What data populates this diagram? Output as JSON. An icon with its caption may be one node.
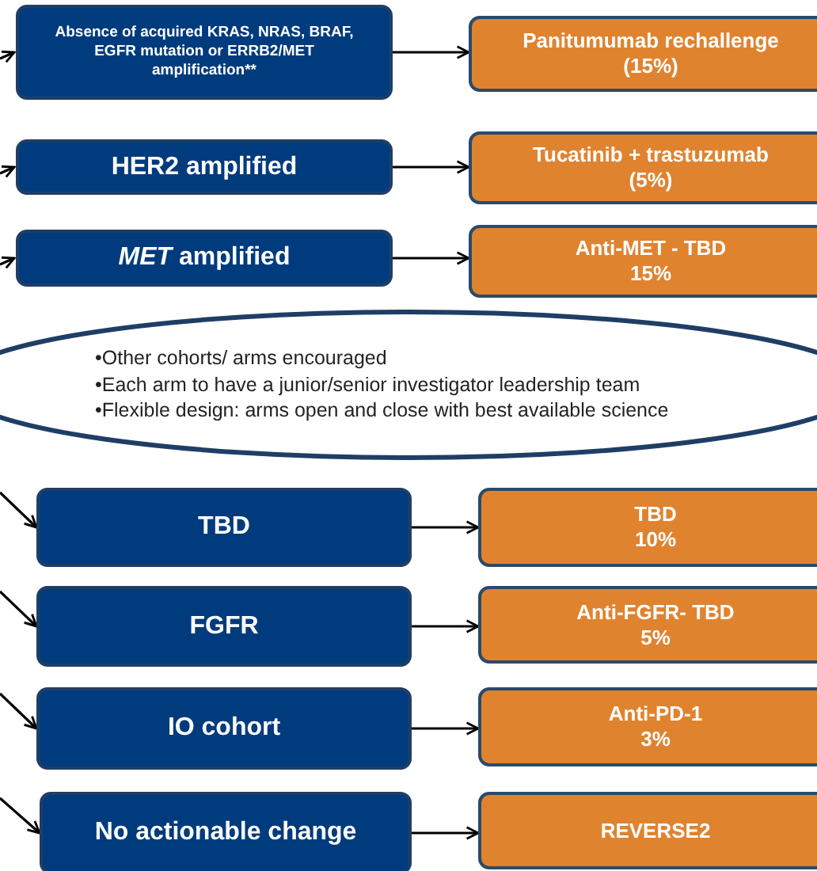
{
  "diagram": {
    "nodes": [
      {
        "text": [
          "Absence of acquired KRAS, NRAS, BRAF, EGFR  mutation or ERRB2/MET amplification**"
        ]
      },
      {
        "text": [
          "Panitumumab rechallenge",
          "(15%)"
        ]
      },
      {
        "text": [
          "HER2 amplified"
        ]
      },
      {
        "text": [
          "Tucatinib + trastuzumab",
          "(5%)"
        ]
      },
      {
        "text": [
          "*MET* amplified"
        ]
      },
      {
        "text": [
          "Anti-MET - TBD",
          "15%"
        ]
      },
      {
        "text": [
          "•Other cohorts/ arms encouraged",
          "•Each arm to have a junior/senior investigator leadership team",
          "•Flexible design: arms open and close with best available science"
        ]
      },
      {
        "text": [
          "TBD"
        ]
      },
      {
        "text": [
          "TBD",
          "10%"
        ]
      },
      {
        "text": [
          "FGFR"
        ]
      },
      {
        "text": [
          "Anti-FGFR- TBD",
          "5%"
        ]
      },
      {
        "text": [
          "IO cohort"
        ]
      },
      {
        "text": [
          "Anti-PD-1",
          "3%"
        ]
      },
      {
        "text": [
          "No actionable change"
        ]
      },
      {
        "text": [
          "REVERSE2"
        ]
      }
    ],
    "edges": [
      {
        "from": null,
        "to": 0,
        "arrow": "to"
      },
      {
        "from": 0,
        "to": 1,
        "arrow": "to"
      },
      {
        "from": null,
        "to": 2,
        "arrow": "to"
      },
      {
        "from": 2,
        "to": 3,
        "arrow": "to"
      },
      {
        "from": null,
        "to": 4,
        "arrow": "to"
      },
      {
        "from": 4,
        "to": 5,
        "arrow": "to"
      },
      {
        "from": null,
        "to": 7,
        "arrow": "to"
      },
      {
        "from": 7,
        "to": 8,
        "arrow": "to"
      },
      {
        "from": null,
        "to": 9,
        "arrow": "to"
      },
      {
        "from": 9,
        "to": 10,
        "arrow": "to"
      },
      {
        "from": null,
        "to": 11,
        "arrow": "to"
      },
      {
        "from": 11,
        "to": 12,
        "arrow": "to"
      },
      {
        "from": null,
        "to": 13,
        "arrow": "to"
      },
      {
        "from": 13,
        "to": 14,
        "arrow": "to"
      }
    ]
  }
}
